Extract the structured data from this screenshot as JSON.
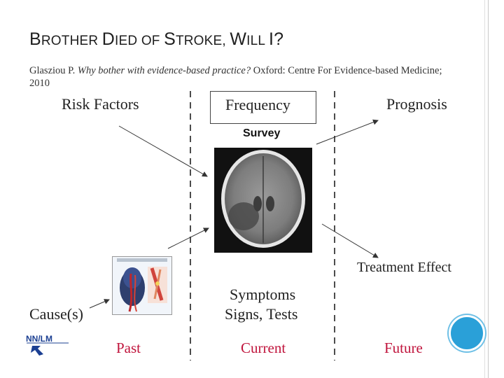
{
  "slide": {
    "title": {
      "b_cap": "B",
      "b_rest": "ROTHER ",
      "d_cap": "D",
      "d_rest": "IED ",
      "of": "OF ",
      "s_cap": "S",
      "s_rest": "TROKE, ",
      "w_cap": "W",
      "w_rest": "ILL ",
      "i_cap": "I?"
    },
    "citation": {
      "author": "Glasziou P.",
      "book": "Why bother with evidence-based practice?",
      "rest": "Oxford: Centre For Evidence-based Medicine; 2010"
    },
    "diagram": {
      "risk_factors": "Risk Factors",
      "frequency": "Frequency",
      "survey": "Survey",
      "prognosis": "Prognosis",
      "treatment_effect": "Treatment Effect",
      "symptoms": "Symptoms",
      "signs_tests": "Signs, Tests",
      "causes": "Cause(s)",
      "past": "Past",
      "current": "Current",
      "future": "Future"
    },
    "logo_text": "NN/LM",
    "colors": {
      "accent_red": "#c0143c",
      "dot_blue": "#2aa0d8"
    }
  }
}
